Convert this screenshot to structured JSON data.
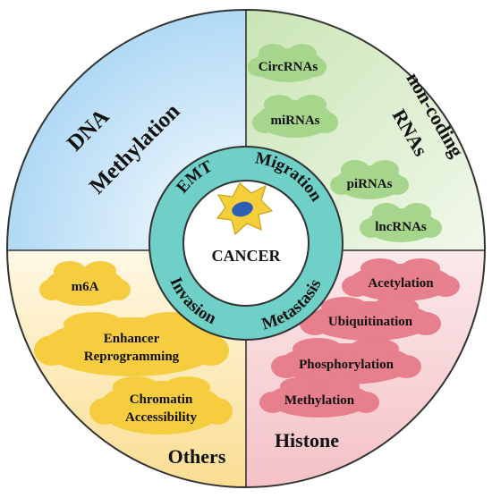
{
  "center": {
    "label": "CANCER",
    "ring_terms": [
      "EMT",
      "Migration",
      "Metastasis",
      "Invasion"
    ]
  },
  "quadrants": {
    "dna": {
      "title_line1": "DNA",
      "title_line2": "Methylation"
    },
    "rna": {
      "title_line1": "non-coding",
      "title_line2": "RNAs",
      "items": [
        "CircRNAs",
        "miRNAs",
        "piRNAs",
        "lncRNAs"
      ]
    },
    "histone": {
      "title": "Histone",
      "items": [
        "Acetylation",
        "Ubiquitination",
        "Phosphorylation",
        "Methylation"
      ]
    },
    "others": {
      "title": "Others",
      "items": [
        "m6A",
        "Enhancer",
        "Reprogramming",
        "Chromatin",
        "Accessibility"
      ]
    }
  },
  "colors": {
    "outline": "#333333",
    "dna_fill": "#9dd0f2",
    "rna_fill": "#c9e4b4",
    "rna_cloud": "#a6d58c",
    "histone_fill": "#f3c2c7",
    "histone_cloud": "#e77f8c",
    "others_fill": "#fbe4a2",
    "others_cloud": "#f6cd3f",
    "ring_fill": "#6fd0c8",
    "cell_fill": "#f4cf3a",
    "nucleus_fill": "#2d5db5"
  }
}
